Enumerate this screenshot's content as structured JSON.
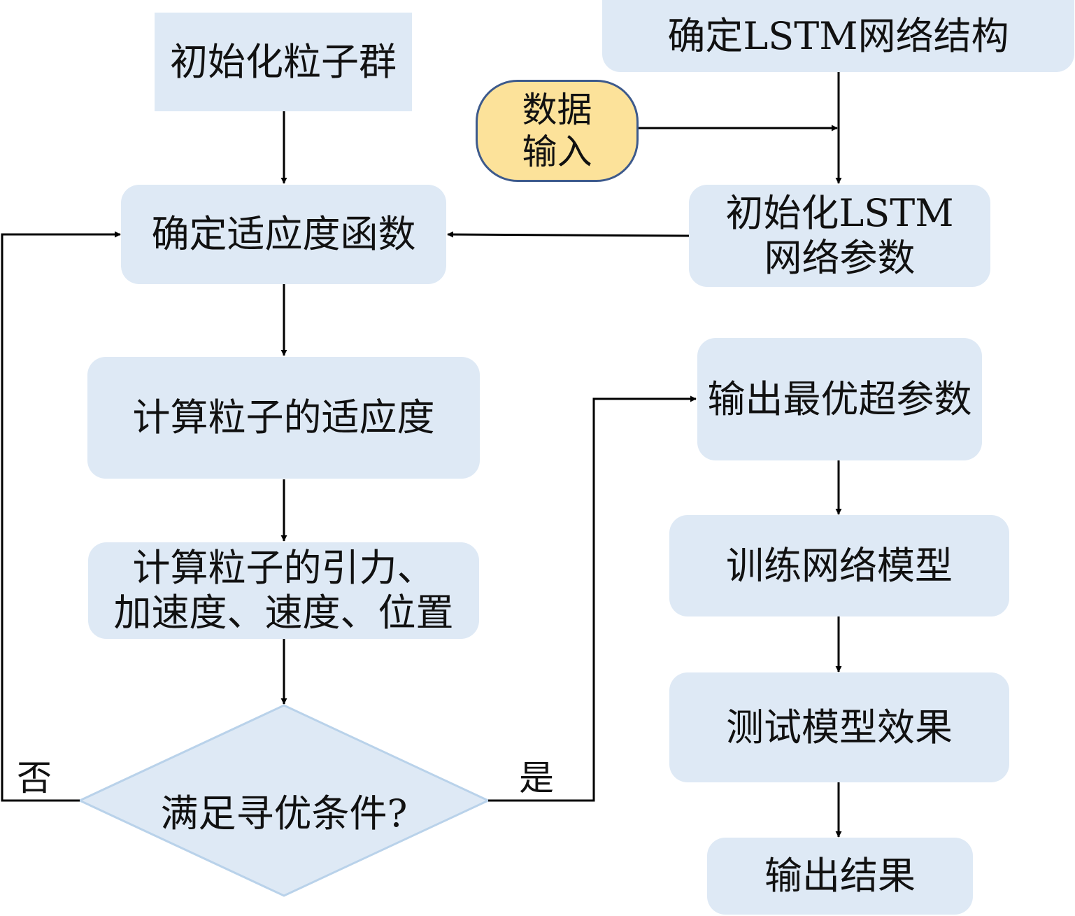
{
  "nodes": {
    "init_swarm": "初始化粒子群",
    "fitness_func": "确定适应度函数",
    "calc_fitness": "计算粒子的适应度",
    "calc_gravity_line1": "计算粒子的引力、",
    "calc_gravity_line2": "加速度、速度、位置",
    "decision": "满足寻优条件?",
    "lstm_structure": "确定LSTM网络结构",
    "data_input_line1": "数据",
    "data_input_line2": "输入",
    "init_lstm_line1": "初始化LSTM",
    "init_lstm_line2": "网络参数",
    "output_hyper": "输出最优超参数",
    "train_model": "训练网络模型",
    "test_model": "测试模型效果",
    "output_result": "输出结果"
  },
  "edge_labels": {
    "no": "否",
    "yes": "是"
  },
  "colors": {
    "box_fill": "#dee9f5",
    "terminal_fill": "#fce29a",
    "terminal_border": "#3d5a8c",
    "diamond_stroke": "#b9d2ea",
    "arrow": "#000000"
  }
}
